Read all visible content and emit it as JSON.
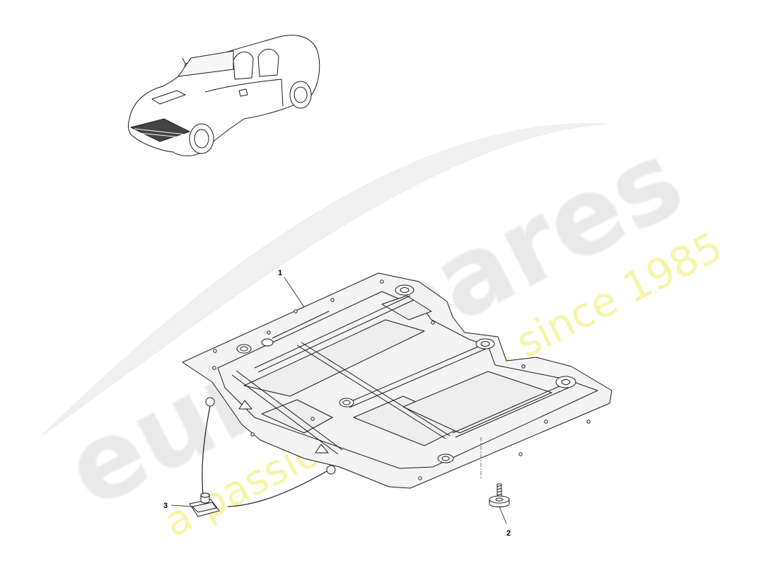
{
  "watermark": {
    "brand": "eurospares",
    "tagline": "a passion for parts since 1985"
  },
  "callouts": {
    "part_1": "1",
    "part_2": "2",
    "part_3": "3"
  },
  "colors": {
    "line": "#1a1a1a",
    "panel_fill": "#f3f3f3",
    "highlight": "#444444",
    "watermark_text": "#e9e9e9",
    "watermark_tagline": "#f6f4a8"
  }
}
